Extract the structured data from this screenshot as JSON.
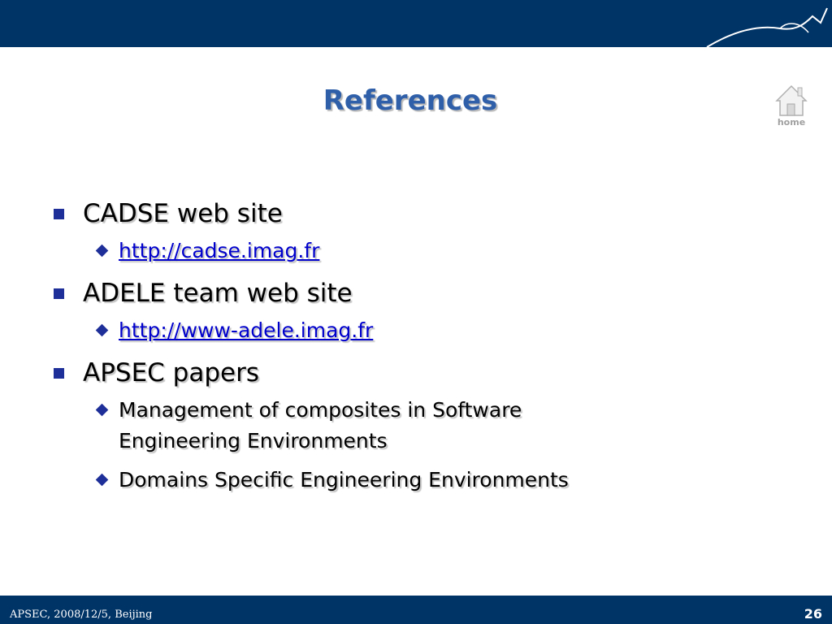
{
  "header": {
    "title": "References"
  },
  "home": {
    "label": "home",
    "icon": "home-icon"
  },
  "bullets": [
    {
      "text": "CADSE web site",
      "sub": [
        {
          "text": "http://cadse.imag.fr",
          "link": true
        }
      ]
    },
    {
      "text": "ADELE team web site",
      "sub": [
        {
          "text": "http://www-adele.imag.fr",
          "link": true
        }
      ]
    },
    {
      "text": "APSEC papers",
      "sub": [
        {
          "line1": "Management of composites in Software",
          "line2": "Engineering Environments"
        },
        {
          "text": "Domains Specific Engineering Environments"
        }
      ]
    }
  ],
  "footer": {
    "text": "APSEC, 2008/12/5, Beijing",
    "page": "26"
  },
  "colors": {
    "bar": "#003366",
    "title": "#2f5fa8",
    "bullet": "#1f2f99",
    "link": "#0000cc"
  }
}
